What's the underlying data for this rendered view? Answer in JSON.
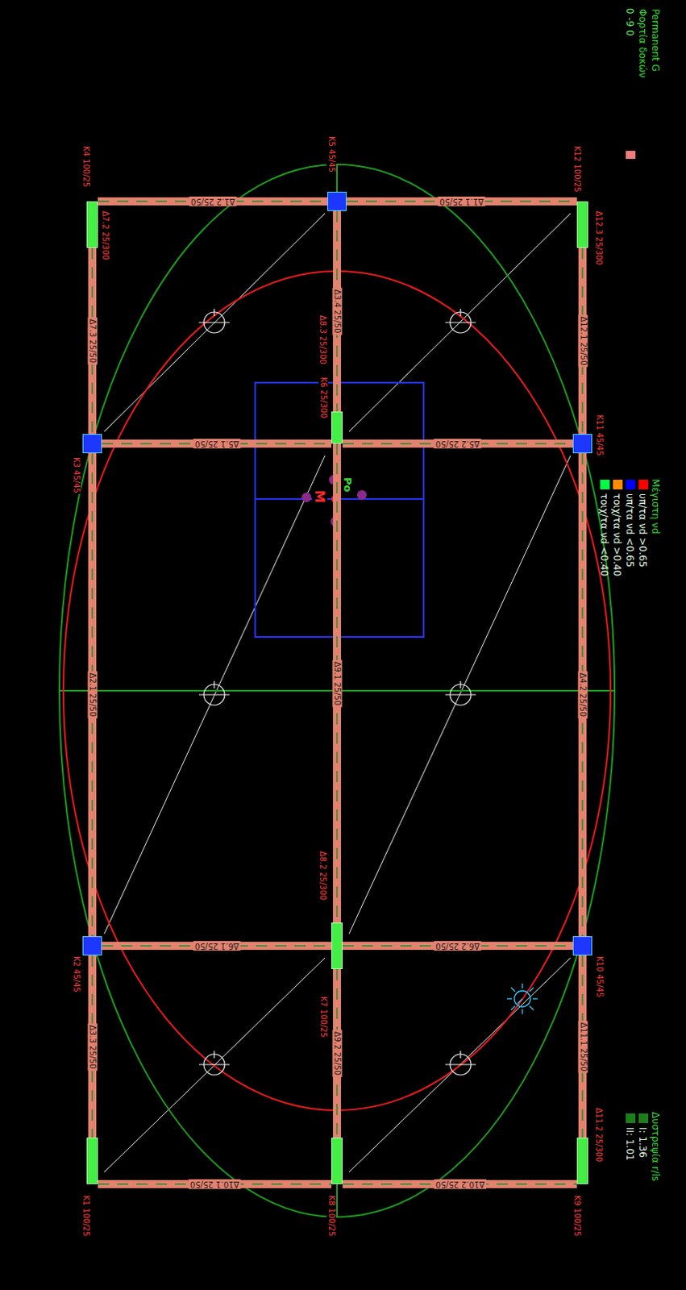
{
  "diagram": {
    "nodes": [
      {
        "text": [
          "K1 100/25"
        ]
      },
      {
        "text": [
          "K2 45/45"
        ]
      },
      {
        "text": [
          "K3 45/45"
        ]
      },
      {
        "text": [
          "K4 100/25"
        ]
      },
      {
        "text": [
          "K5 45/45"
        ]
      },
      {
        "text": [
          "K6 25/300"
        ]
      },
      {
        "text": [
          "K7 100/25"
        ]
      },
      {
        "text": [
          "K8 100/25"
        ]
      },
      {
        "text": [
          "K9 100/25"
        ]
      },
      {
        "text": [
          "K10 45/45"
        ]
      },
      {
        "text": [
          "K11 45/45"
        ]
      },
      {
        "text": [
          "K12 100/25"
        ]
      }
    ],
    "edges": [
      {
        "from": 3,
        "to": 4,
        "arrow": "none",
        "label": "Δ1.2 25/50"
      },
      {
        "from": 4,
        "to": 11,
        "arrow": "none",
        "label": "Δ1.1 25/50"
      },
      {
        "from": 2,
        "to": 5,
        "arrow": "none",
        "label": "Δ5.1 25/50"
      },
      {
        "from": 5,
        "to": 10,
        "arrow": "none",
        "label": "Δ5.2 25/50"
      },
      {
        "from": 1,
        "to": 6,
        "arrow": "none",
        "label": "Δ6.1 25/50"
      },
      {
        "from": 6,
        "to": 9,
        "arrow": "none",
        "label": "Δ6.2 25/50"
      },
      {
        "from": 0,
        "to": 7,
        "arrow": "none",
        "label": "Δ10.1 25/50"
      },
      {
        "from": 7,
        "to": 8,
        "arrow": "none",
        "label": "Δ10.2 25/50"
      },
      {
        "from": 3,
        "to": 2,
        "arrow": "none",
        "label": "Δ7.3 25/50"
      },
      {
        "from": 2,
        "to": 1,
        "arrow": "none",
        "label": "Δ2.1 25/50"
      },
      {
        "from": 1,
        "to": 0,
        "arrow": "none",
        "label": "Δ3.3 25/50"
      },
      {
        "from": 4,
        "to": 5,
        "arrow": "none",
        "label": "Δ3.4 25/50"
      },
      {
        "from": 5,
        "to": 6,
        "arrow": "none",
        "label": "Δ9.1 25/50"
      },
      {
        "from": 6,
        "to": 7,
        "arrow": "none",
        "label": "Δ9.2 25/50"
      },
      {
        "from": 11,
        "to": 10,
        "arrow": "none",
        "label": "Δ12.1 25/50"
      },
      {
        "from": 10,
        "to": 9,
        "arrow": "none",
        "label": "Δ4.2 25/50"
      },
      {
        "from": 9,
        "to": 8,
        "arrow": "none",
        "label": "Δ11.1 25/50"
      }
    ],
    "labels": [
      "Permanent G",
      "Φορτία δοκών",
      "Μέγιστη νd",
      "Δυστρεψία r/ls",
      "M",
      "Po",
      "Δ7.2 25/300",
      "Δ12.3 25/300",
      "Δ8.3 25/300",
      "Δ8.2 25/300",
      "Δ11.2 25/300"
    ],
    "legend": [
      {
        "text": "0 -9 0",
        "color": "#f07c7c"
      },
      {
        "text": "υπ/τα νd >0.65",
        "color": "#ff0000"
      },
      {
        "text": "υπ/τα νd <0.65",
        "color": "#0000ff"
      },
      {
        "text": "τοιχ/τα νd >0.40",
        "color": "#ff8c00"
      },
      {
        "text": "τοιχ/τα νd <0.40",
        "color": "#00ff40"
      },
      {
        "text": "I: 1.36",
        "color": "#1a7f1a"
      },
      {
        "text": "II: 1.01",
        "color": "#1a7f1a"
      }
    ]
  }
}
